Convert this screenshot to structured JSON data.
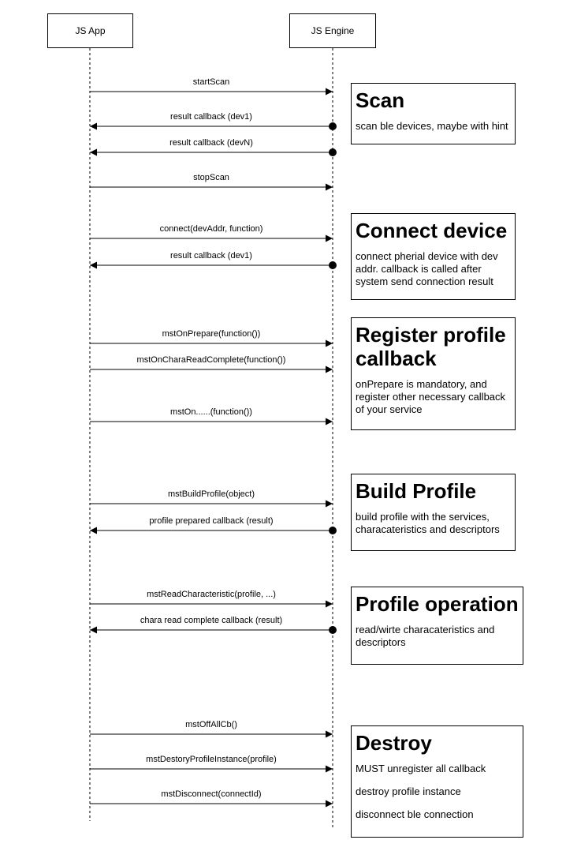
{
  "participants": [
    {
      "id": "app",
      "label": "JS App"
    },
    {
      "id": "engine",
      "label": "JS Engine"
    }
  ],
  "messages": [
    {
      "label": "startScan",
      "dir": "right"
    },
    {
      "label": "result callback (dev1)",
      "dir": "left"
    },
    {
      "label": "result callback (devN)",
      "dir": "left"
    },
    {
      "label": "stopScan",
      "dir": "right"
    },
    {
      "label": "connect(devAddr, function)",
      "dir": "right"
    },
    {
      "label": "result callback (dev1)",
      "dir": "left"
    },
    {
      "label": "mstOnPrepare(function())",
      "dir": "right"
    },
    {
      "label": "mstOnCharaReadComplete(function())",
      "dir": "right"
    },
    {
      "label": "mstOn......(function())",
      "dir": "right"
    },
    {
      "label": "mstBuildProfile(object)",
      "dir": "right"
    },
    {
      "label": "profile prepared callback (result)",
      "dir": "left"
    },
    {
      "label": "mstReadCharacteristic(profile, ...)",
      "dir": "right"
    },
    {
      "label": "chara read complete callback (result)",
      "dir": "left"
    },
    {
      "label": "mstOffAllCb()",
      "dir": "right"
    },
    {
      "label": "mstDestoryProfileInstance(profile)",
      "dir": "right"
    },
    {
      "label": "mstDisconnect(connectId)",
      "dir": "right"
    }
  ],
  "notes": [
    {
      "title": "Scan",
      "lines": [
        "scan ble devices, maybe with hint"
      ]
    },
    {
      "title": "Connect device",
      "lines": [
        "connect pherial device with dev addr. callback is called after system send connection result"
      ]
    },
    {
      "title": "Register profile callback",
      "lines": [
        "onPrepare is mandatory, and register other necessary callback of your service"
      ]
    },
    {
      "title": "Build Profile",
      "lines": [
        "build profile with the services, characateristics and descriptors"
      ]
    },
    {
      "title": "Profile operation",
      "lines": [
        "read/wirte characateristics and descriptors"
      ]
    },
    {
      "title": "Destroy",
      "lines": [
        "MUST unregister all callback",
        "destroy profile instance",
        "disconnect ble connection"
      ]
    }
  ]
}
